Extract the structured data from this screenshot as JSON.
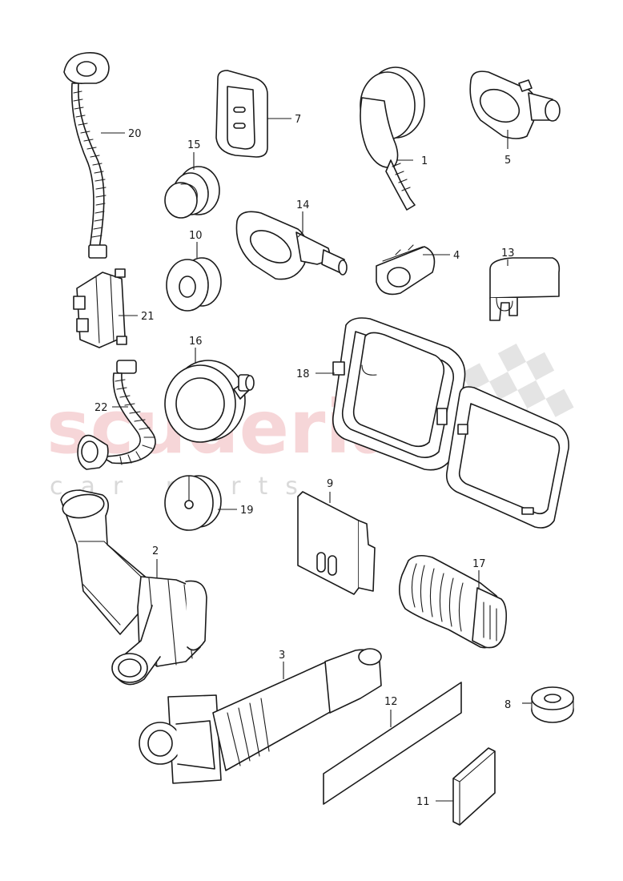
{
  "watermark": {
    "main": "scuderia",
    "sub": "car parts"
  },
  "callouts": [
    "1",
    "2",
    "3",
    "4",
    "5",
    "7",
    "8",
    "9",
    "10",
    "11",
    "12",
    "13",
    "14",
    "15",
    "16",
    "17",
    "18",
    "19",
    "20",
    "21",
    "22"
  ]
}
